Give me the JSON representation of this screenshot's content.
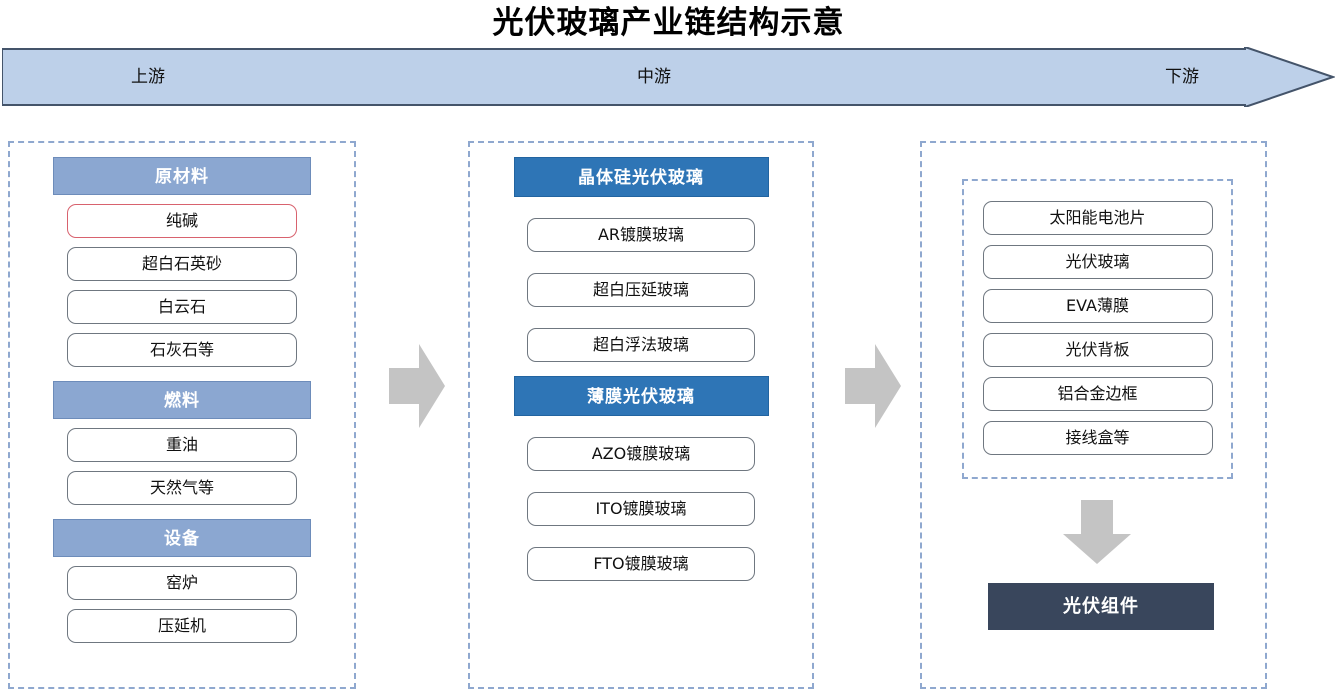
{
  "title": "光伏玻璃产业链结构示意",
  "banner": {
    "stages": [
      {
        "key": "upstream",
        "label": "上游"
      },
      {
        "key": "midstream",
        "label": "中游"
      },
      {
        "key": "downstream",
        "label": "下游"
      }
    ],
    "fill_color": "#bdd0e9",
    "stroke_color": "#44546a"
  },
  "colors": {
    "group_bar_light": "#8ba7d1",
    "group_bar_strong": "#2e75b6",
    "dashed_border": "#8fa8cf",
    "pill_border": "#6f7780",
    "pill_highlight_border": "#d8626e",
    "final_box_fill": "#39465c",
    "arrow_fill": "#c4c4c4"
  },
  "upstream": {
    "groups": [
      {
        "header": "原材料",
        "items": [
          {
            "label": "纯碱",
            "highlighted": true
          },
          {
            "label": "超白石英砂",
            "highlighted": false
          },
          {
            "label": "白云石",
            "highlighted": false
          },
          {
            "label": "石灰石等",
            "highlighted": false
          }
        ]
      },
      {
        "header": "燃料",
        "items": [
          {
            "label": "重油",
            "highlighted": false
          },
          {
            "label": "天然气等",
            "highlighted": false
          }
        ]
      },
      {
        "header": "设备",
        "items": [
          {
            "label": "窑炉",
            "highlighted": false
          },
          {
            "label": "压延机",
            "highlighted": false
          }
        ]
      }
    ]
  },
  "midstream": {
    "groups": [
      {
        "header": "晶体硅光伏玻璃",
        "items": [
          {
            "label": "AR镀膜玻璃"
          },
          {
            "label": "超白压延玻璃"
          },
          {
            "label": "超白浮法玻璃"
          }
        ]
      },
      {
        "header": "薄膜光伏玻璃",
        "items": [
          {
            "label": "AZO镀膜玻璃"
          },
          {
            "label": "ITO镀膜玻璃"
          },
          {
            "label": "FTO镀膜玻璃"
          }
        ]
      }
    ]
  },
  "downstream": {
    "components": [
      {
        "label": "太阳能电池片"
      },
      {
        "label": "光伏玻璃"
      },
      {
        "label": "EVA薄膜"
      },
      {
        "label": "光伏背板"
      },
      {
        "label": "铝合金边框"
      },
      {
        "label": "接线盒等"
      }
    ],
    "final_product": "光伏组件"
  }
}
